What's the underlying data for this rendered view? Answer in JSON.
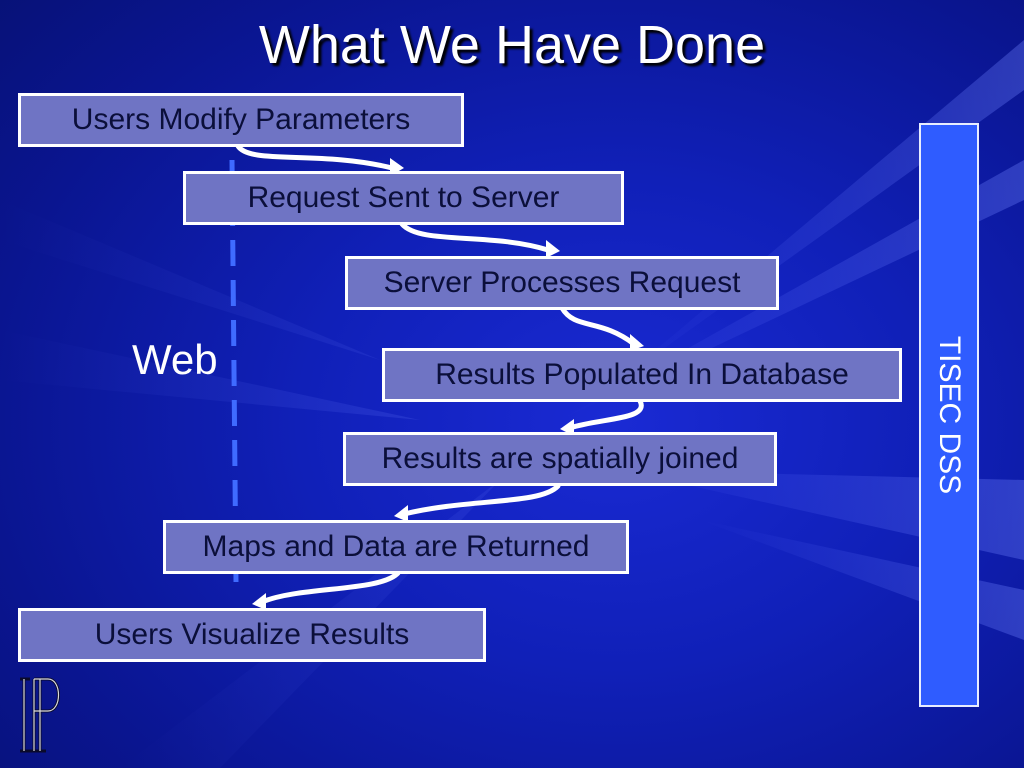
{
  "title": "What We Have Done",
  "steps": [
    "Users Modify Parameters",
    "Request Sent to Server",
    "Server Processes Request",
    "Results Populated In Database",
    "Results are spatially joined",
    "Maps and Data are Returned",
    "Users Visualize Results"
  ],
  "web_label": "Web",
  "side_label": "TISEC DSS",
  "colors": {
    "step_fill": "#6f74c4",
    "step_border": "#ffffff",
    "side_fill": "#2f5cff",
    "dashed_line": "#3f6bff",
    "background": "#1020b8"
  },
  "icons": [
    "logo-icon",
    "arrow-icon"
  ]
}
